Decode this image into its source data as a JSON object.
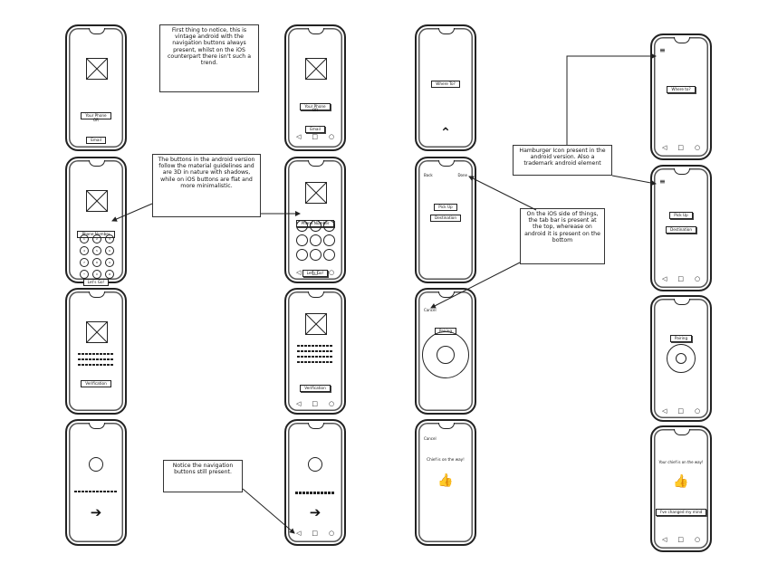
{
  "buttons": {
    "your_phone": "Your Phone",
    "or": "OR",
    "email": "Email",
    "phone_number": "Phone Number",
    "lets_go": "Let's Go!",
    "verification": "Verification",
    "where_to": "Where To?",
    "where_to_android": "Where to?",
    "back": "Back",
    "done": "Done",
    "pick_up": "Pick Up",
    "destination": "Destination",
    "cancel": "Cancel",
    "pairing": "Pairing",
    "chief_on_way": "Chief is on the way!",
    "chief_on_way_android": "Your chief is on the way!",
    "changed_mind": "I've changed my mind"
  },
  "keys": [
    "1",
    "2",
    "3",
    "4",
    "5",
    "6",
    "7",
    "8",
    "9",
    "*",
    "0",
    "#"
  ],
  "nav_icons": {
    "back": "◁",
    "home": "□",
    "recent": "○"
  },
  "icons": {
    "arrow_up": "⌃",
    "arrow_right": "➔",
    "thumbs_up": "👍",
    "hamburger": "≡"
  },
  "notes": {
    "nav_buttons": "First thing to notice, this is vintage android with the navigation buttons always present, whilst on the iOS counterpart there isn't such a trend.",
    "material": "The buttons in the android version follow the material guidelines and are 3D in nature with shadows, while on iOS buttons are flat and more minimalistic.",
    "nav_still": "Notice the navigation buttons still present.",
    "hamburger": "Hamburger Icon present in the android version. Also a trademark android element",
    "tab_bar": "On the iOS side of things, the tab bar is present at the top, wherease on android it is present on the bottom"
  }
}
